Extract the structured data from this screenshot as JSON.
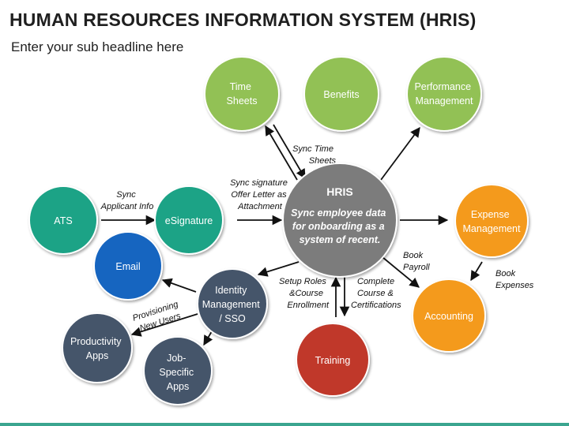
{
  "page": {
    "title": "HUMAN RESOURCES INFORMATION SYSTEM (HRIS)",
    "subtitle": "Enter your sub headline here"
  },
  "nodes": {
    "hris": {
      "title": "HRIS",
      "body": [
        "Sync employee data",
        "for onboarding as a",
        "system of recent."
      ],
      "color": "#7b7b7b"
    },
    "time_sheets": {
      "lines": [
        "Time",
        "Sheets"
      ],
      "color": "#92c155"
    },
    "benefits": {
      "lines": [
        "Benefits"
      ],
      "color": "#92c155"
    },
    "performance": {
      "lines": [
        "Performance",
        "Management"
      ],
      "color": "#92c155"
    },
    "expense": {
      "lines": [
        "Expense",
        "Management"
      ],
      "color": "#f49a1c"
    },
    "accounting": {
      "lines": [
        "Accounting"
      ],
      "color": "#f49a1c"
    },
    "training": {
      "lines": [
        "Training"
      ],
      "color": "#c0392b"
    },
    "ats": {
      "lines": [
        "ATS"
      ],
      "color": "#1fa386"
    },
    "esignature": {
      "lines": [
        "eSignature"
      ],
      "color": "#1fa386"
    },
    "email": {
      "lines": [
        "Email"
      ],
      "color": "#1565c0"
    },
    "identity": {
      "lines": [
        "Identity",
        "Management",
        "/ SSO"
      ],
      "color": "#44546a"
    },
    "productivity": {
      "lines": [
        "Productivity",
        "Apps"
      ],
      "color": "#44546a"
    },
    "job_specific": {
      "lines": [
        "Job-",
        "Specific",
        "Apps"
      ],
      "color": "#44546a"
    }
  },
  "labels": {
    "sync_applicant": [
      "Sync",
      "Applicant Info"
    ],
    "sync_signature": [
      "Sync signature",
      "Offer Letter as",
      "Attachment"
    ],
    "sync_time": [
      "Sync Time",
      "Sheets"
    ],
    "book_payroll": [
      "Book",
      "Payroll"
    ],
    "book_expenses": [
      "Book",
      "Expenses"
    ],
    "complete_course": [
      "Complete",
      "Course &",
      "Certifications"
    ],
    "setup_roles": [
      "Setup Roles",
      "&Course",
      "Enrollment"
    ],
    "provisioning": [
      "Provisioning",
      "New Users"
    ]
  },
  "colors": {
    "arrow": "#111111",
    "circle_outline": "#ffffff",
    "bottom_bar": "#3aa58f"
  }
}
